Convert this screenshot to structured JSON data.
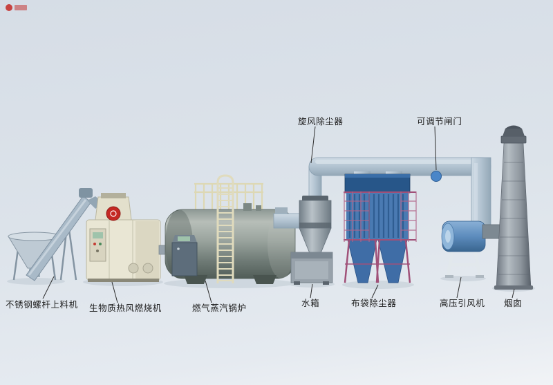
{
  "diagram": {
    "labels": {
      "feeder": "不锈钢螺杆上料机",
      "burner": "生物质热风燃烧机",
      "boiler": "燃气蒸汽锅炉",
      "water_tank": "水箱",
      "cyclone": "旋风除尘器",
      "bag_filter": "布袋除尘器",
      "gate": "可调节闸门",
      "fan": "高压引风机",
      "chimney": "烟囱"
    },
    "colors": {
      "background": "#dce3ea",
      "duct_blue": "#b2c3d1",
      "burner_body": "#e9e6d4",
      "logo_red": "#c42823",
      "bag_body": "#4a7ab2",
      "bag_header": "#275689",
      "frame_maroon": "#a05078",
      "gate_dot": "#4a86c8",
      "boiler_gray_green": "#8a948e",
      "chimney_gray": "#8e969e"
    }
  }
}
